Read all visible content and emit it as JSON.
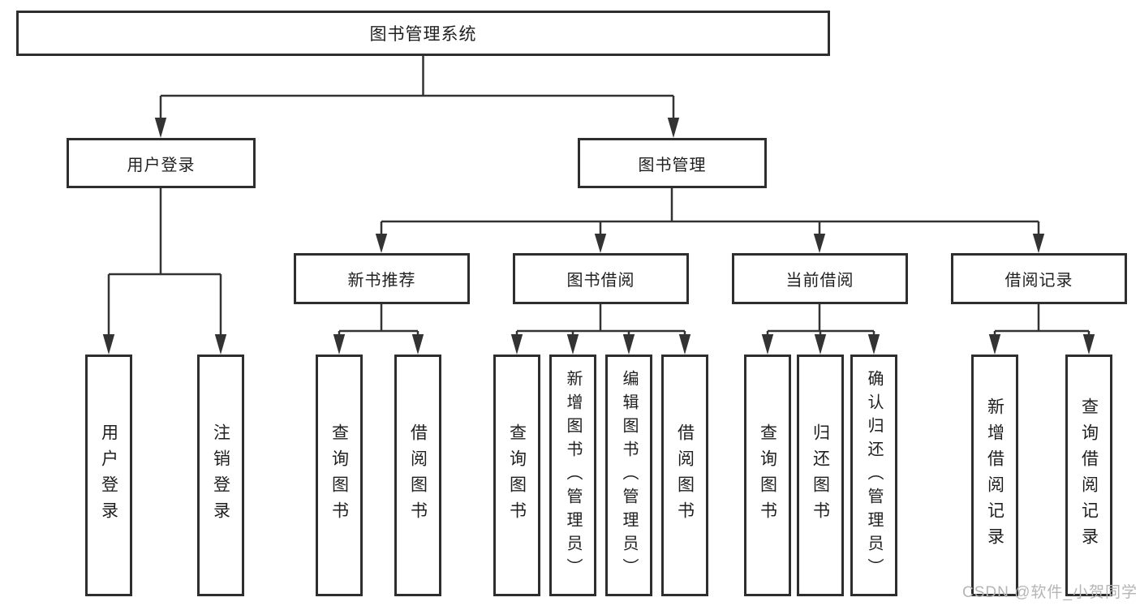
{
  "diagram": {
    "root": {
      "label": "图书管理系统"
    },
    "level2": [
      {
        "label": "用户登录"
      },
      {
        "label": "图书管理"
      }
    ],
    "level3": [
      {
        "label": "新书推荐"
      },
      {
        "label": "图书借阅"
      },
      {
        "label": "当前借阅"
      },
      {
        "label": "借阅记录"
      }
    ],
    "leaves": {
      "user_login": [
        "用户登录",
        "注销登录"
      ],
      "new_books": [
        "查询图书",
        "借阅图书"
      ],
      "book_borrow": [
        "查询图书",
        "新增图书（管理员）",
        "编辑图书（管理员）",
        "借阅图书"
      ],
      "current_borrow": [
        "查询图书",
        "归还图书",
        "确认归还（管理员）"
      ],
      "borrow_records": [
        "新增借阅记录",
        "查询借阅记录"
      ]
    }
  },
  "watermark": {
    "text": "CSDN @软件_小贺同学"
  },
  "colors": {
    "line": "#333333",
    "text": "#1f1f1f",
    "node_border": "#2e2e2e",
    "node_bg": "#ffffff",
    "watermark": "#b5b5b5",
    "background": "#ffffff"
  }
}
